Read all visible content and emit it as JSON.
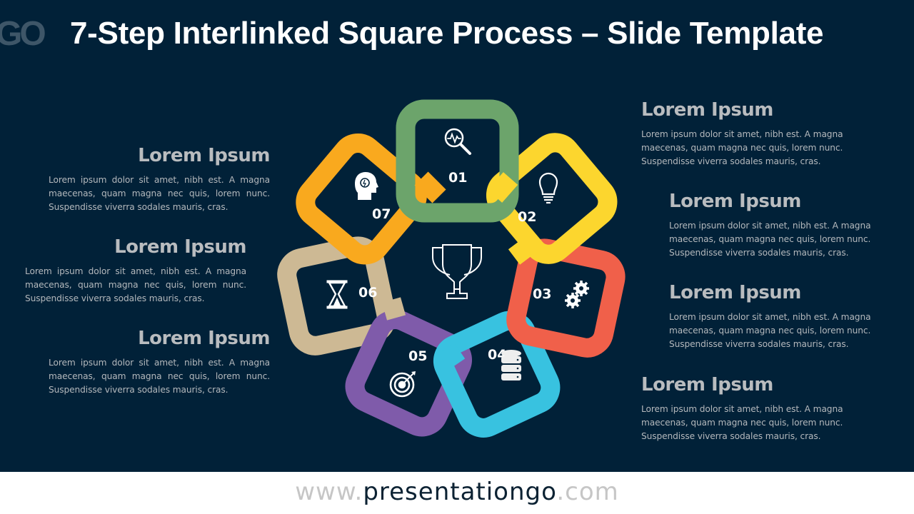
{
  "slide": {
    "title": "7-Step Interlinked Square Process – Slide Template",
    "logo_fragment": "GO",
    "background_color": "#012138"
  },
  "diagram": {
    "center_icon": "trophy-icon",
    "steps": [
      {
        "number": "01",
        "color": "#6ca46b",
        "icon": "search-pulse-icon"
      },
      {
        "number": "02",
        "color": "#fcd62e",
        "icon": "lightbulb-icon"
      },
      {
        "number": "03",
        "color": "#f0604a",
        "icon": "gears-icon"
      },
      {
        "number": "04",
        "color": "#38c2e0",
        "icon": "database-icon"
      },
      {
        "number": "05",
        "color": "#7f5baa",
        "icon": "target-icon"
      },
      {
        "number": "06",
        "color": "#cdb994",
        "icon": "hourglass-icon"
      },
      {
        "number": "07",
        "color": "#f9a91e",
        "icon": "head-idea-icon"
      }
    ]
  },
  "text_blocks": {
    "left": [
      {
        "heading": "Lorem Ipsum",
        "body": "Lorem ipsum dolor sit amet, nibh est. A magna maecenas, quam magna nec quis, lorem nunc. Suspendisse viverra sodales mauris, cras."
      },
      {
        "heading": "Lorem Ipsum",
        "body": "Lorem ipsum dolor sit amet, nibh est. A magna maecenas, quam magna nec quis, lorem nunc. Suspendisse viverra sodales mauris, cras."
      },
      {
        "heading": "Lorem Ipsum",
        "body": "Lorem ipsum dolor sit amet, nibh est. A magna maecenas, quam magna nec quis, lorem nunc. Suspendisse viverra sodales mauris, cras."
      }
    ],
    "right": [
      {
        "heading": "Lorem Ipsum",
        "body": "Lorem ipsum dolor sit amet, nibh est. A magna maecenas, quam magna nec quis, lorem nunc. Suspendisse viverra sodales mauris, cras."
      },
      {
        "heading": "Lorem Ipsum",
        "body": "Lorem ipsum dolor sit amet, nibh est. A magna maecenas, quam magna nec quis, lorem nunc. Suspendisse viverra sodales mauris, cras."
      },
      {
        "heading": "Lorem Ipsum",
        "body": "Lorem ipsum dolor sit amet, nibh est. A magna maecenas, quam magna nec quis, lorem nunc. Suspendisse viverra sodales mauris, cras."
      },
      {
        "heading": "Lorem Ipsum",
        "body": "Lorem ipsum dolor sit amet, nibh est. A magna maecenas, quam magna nec quis, lorem nunc. Suspendisse viverra sodales mauris, cras."
      }
    ]
  },
  "footer": {
    "prefix": "www.",
    "brand": "presentationgo",
    "suffix": ".com"
  }
}
